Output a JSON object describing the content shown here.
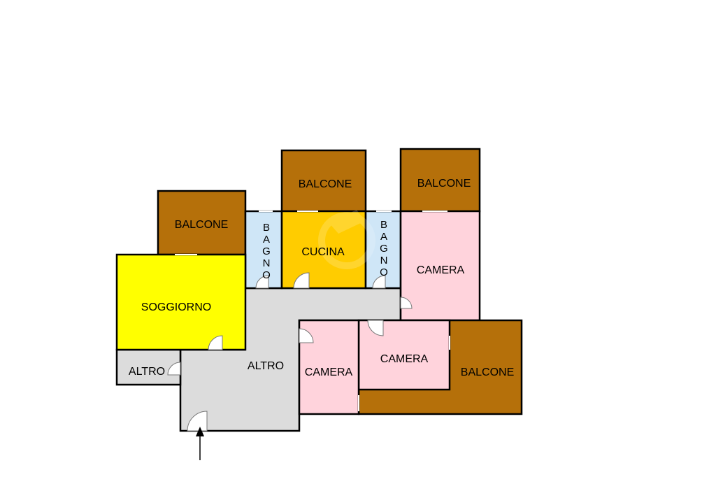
{
  "plan": {
    "colors": {
      "balcone": "#b5700a",
      "soggiorno": "#ffff00",
      "cucina": "#ffcc00",
      "bagno": "#cfe6f7",
      "camera": "#ffd3dc",
      "altro": "#dcdcdc",
      "walls": "#000000"
    },
    "rooms": {
      "balcone_left": "BALCONE",
      "balcone_mid": "BALCONE",
      "balcone_right": "BALCONE",
      "balcone_bottom": "BALCONE",
      "soggiorno": "SOGGIORNO",
      "cucina": "CUCINA",
      "bagno_left": [
        "B",
        "A",
        "G",
        "N",
        "O"
      ],
      "bagno_right": [
        "B",
        "A",
        "G",
        "N",
        "O"
      ],
      "camera_right": "CAMERA",
      "camera_mid": "CAMERA",
      "camera_bottom": "CAMERA",
      "altro_small": "ALTRO",
      "altro_main": "ALTRO"
    }
  }
}
